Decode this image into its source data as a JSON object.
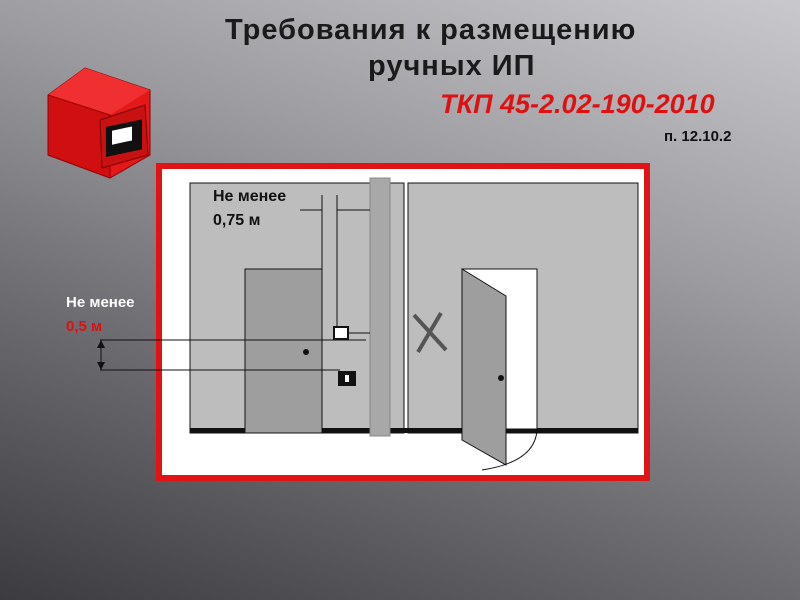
{
  "slide": {
    "title_line1": "Требования к размещению",
    "title_line2": "ручных ИП",
    "standard": "ТКП 45-2.02-190-2010",
    "clause": "п. 12.10.2"
  },
  "diagram": {
    "distance_label_line1": "Не менее",
    "distance_label_line2": "0,75 м",
    "height_label_line1": "Не менее",
    "height_label_line2": "0,5 м"
  },
  "colors": {
    "accent": "#e01414",
    "wall": "#bdbdbd",
    "door": "#9e9e9e"
  }
}
